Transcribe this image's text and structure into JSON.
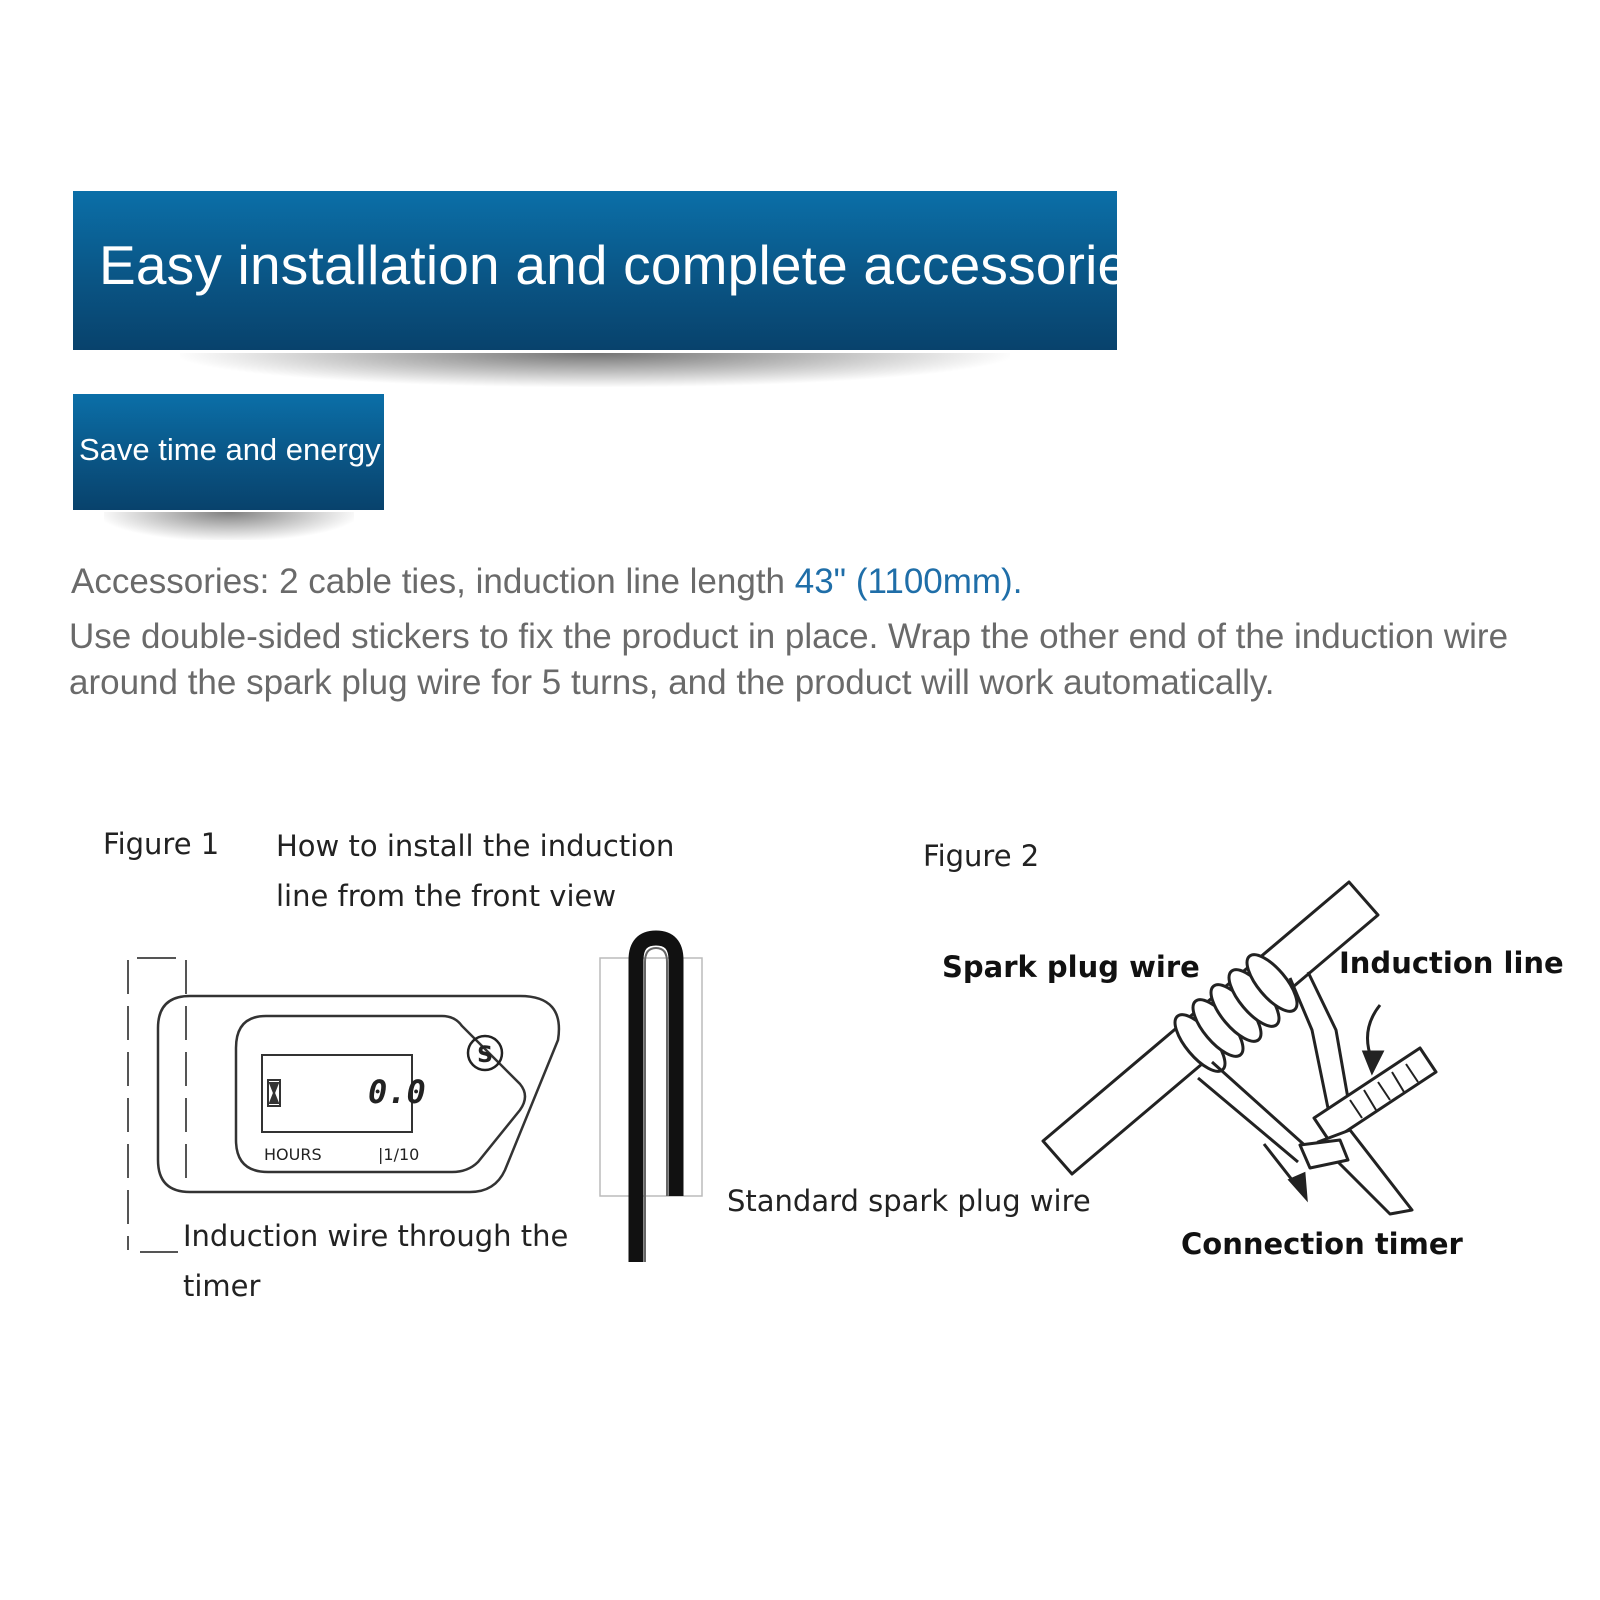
{
  "header": {
    "title": "Easy installation and complete accessories",
    "subtitle": "Save time and energy"
  },
  "accessories": {
    "prefix": "Accessories: 2 cable ties, induction line length ",
    "highlight": "43\" (1100mm).",
    "description": "Use double-sided stickers to fix the product in place. Wrap the other end of the induction wire around the spark plug wire for 5 turns, and the product will work automatically."
  },
  "figure1": {
    "label": "Figure 1",
    "caption_line1": "How to install the induction",
    "caption_line2": "line from the front view",
    "timer_display": "0.0",
    "timer_hours_label": "HOURS",
    "timer_unit_label": "|1/10",
    "timer_button_label": "S",
    "bottom_caption_line1": "Induction wire through the",
    "bottom_caption_line2": "timer",
    "side_caption": "Standard spark plug wire"
  },
  "figure2": {
    "label": "Figure 2",
    "spark_plug_wire": "Spark plug wire",
    "induction_line": "Induction line",
    "connection_timer": "Connection timer"
  },
  "colors": {
    "banner": "#0a5585",
    "highlight": "#1f6ea8",
    "body_text": "#6a6a6a"
  }
}
